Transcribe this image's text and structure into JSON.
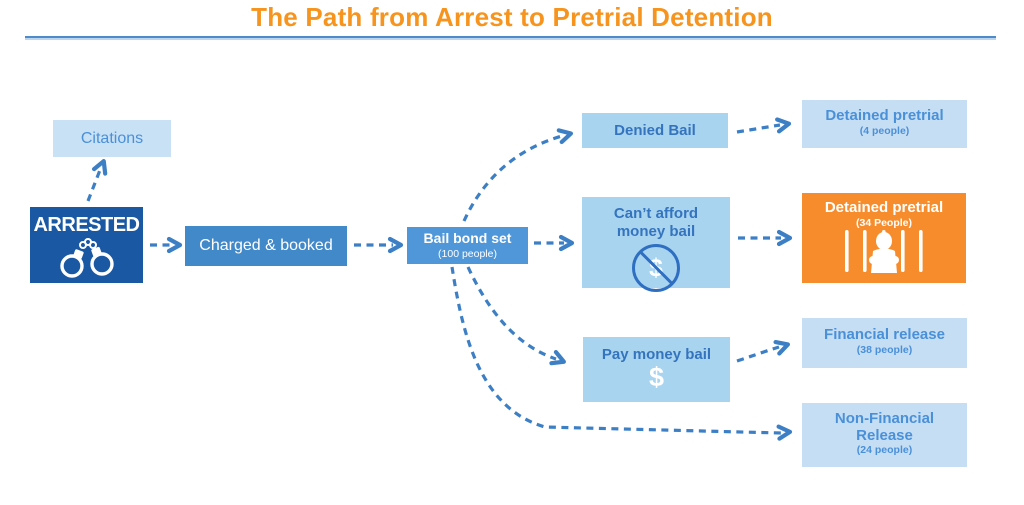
{
  "title": "The Path from Arrest to Pretrial Detention",
  "colors": {
    "title_orange": "#F7941E",
    "divider_blue": "#4E8BC8",
    "arrested_dark_blue": "#1A58A4",
    "charged_blue": "#4289CA",
    "bail_blue": "#4F97D8",
    "option_light_blue": "#A9D4F0",
    "outcome_pale_blue": "#C5DEF4",
    "arrow_blue": "#3C7FC4",
    "detained_orange": "#F68C2C"
  },
  "nodes": {
    "citations": {
      "label": "Citations"
    },
    "arrested": {
      "label": "ARRESTED",
      "icon": "handcuffs-icon"
    },
    "charged": {
      "label": "Charged & booked"
    },
    "bail_bond_set": {
      "label": "Bail bond set",
      "sublabel": "(100 people)"
    },
    "denied_bail": {
      "label": "Denied Bail"
    },
    "cant_afford": {
      "line1": "Can’t afford",
      "line2": "money bail",
      "icon": "no-money-icon",
      "symbol": "$"
    },
    "pay_money_bail": {
      "label": "Pay money bail",
      "symbol": "$"
    },
    "detained_pretrial_denied": {
      "label": "Detained pretrial",
      "sublabel": "(4 people)"
    },
    "detained_pretrial_cant_afford": {
      "label": "Detained pretrial",
      "sublabel": "(34 People)",
      "icon": "jail-bars-icon"
    },
    "financial_release": {
      "label": "Financial release",
      "sublabel": "(38 people)"
    },
    "non_financial_release": {
      "line1": "Non-Financial",
      "line2": "Release",
      "sublabel": "(24 people)"
    }
  }
}
